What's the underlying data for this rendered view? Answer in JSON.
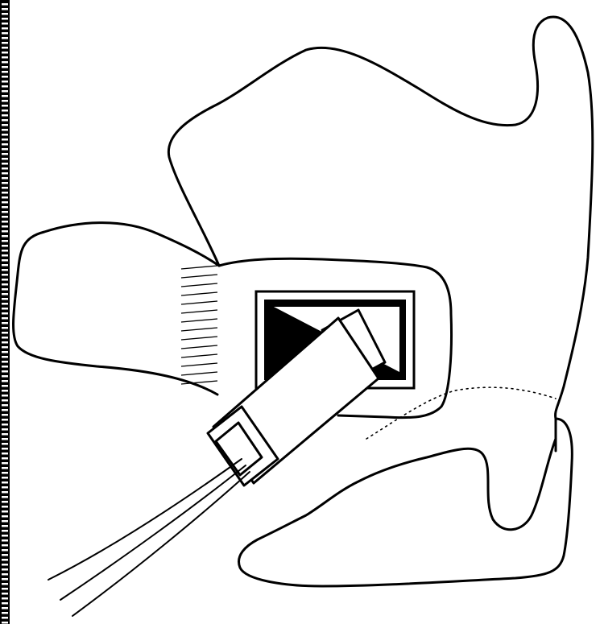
{
  "figure": {
    "labels": [],
    "colors": {
      "background": "#ffffff",
      "ink": "#000000"
    },
    "parts": [
      "left-edge-ruler",
      "upper-jaw-outline",
      "lower-jaw-outline",
      "tongue-outline",
      "dotted-gum-line",
      "sensor-window",
      "sensor-holder",
      "sensor-cable"
    ]
  }
}
